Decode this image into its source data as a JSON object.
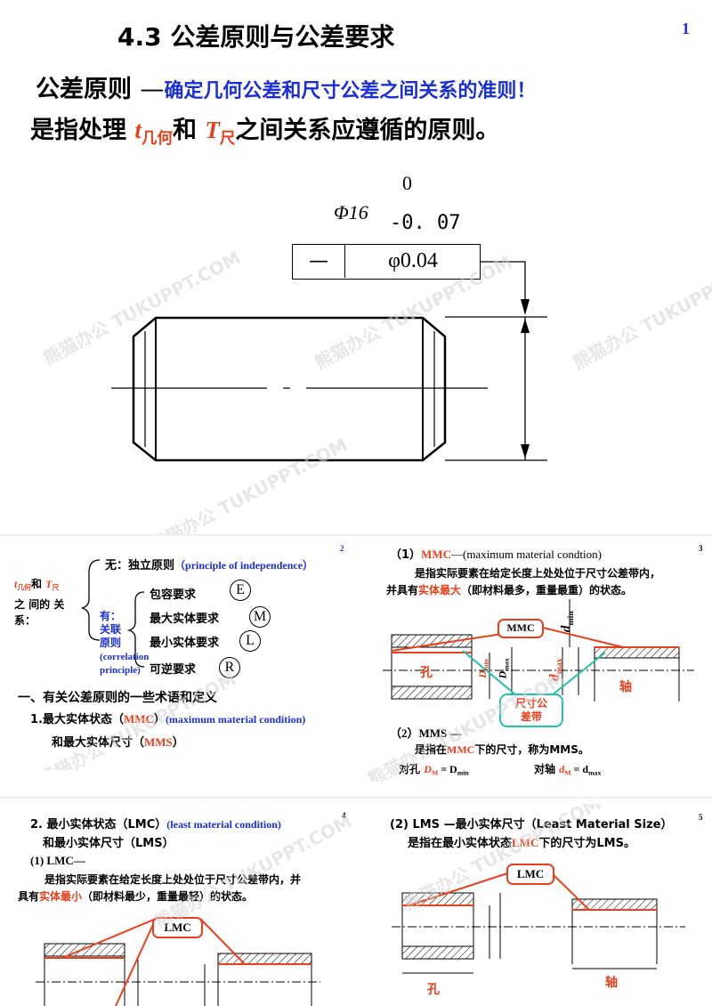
{
  "slide1": {
    "title": "4.3 公差原则与公差要求",
    "page": "1",
    "heading_label": "公差原则",
    "heading_dash": "—",
    "heading_def": "确定几何公差和尺寸公差之间关系的准则！",
    "line2_prefix": "是指处理 ",
    "t_sym": "t",
    "t_sub": "几何",
    "and": "和 ",
    "T_sym": "T",
    "T_sub": "尺",
    "line2_suffix": "之间关系应遵循的原则。",
    "dim_upper": "0",
    "dim_nominal": "Φ16",
    "dim_lower": "-0. 07",
    "fcf_symbol": "—",
    "fcf_value": "φ0.04"
  },
  "slide2": {
    "page": "2",
    "t_sym": "t",
    "t_sub": "几何",
    "and": "和",
    "T_sym": "T",
    "T_sub": "尺",
    "rel1": "之 间的 关",
    "rel2": "系：",
    "independent": "无：独立原则",
    "independent_en": "（principle of independence）",
    "have": "有：",
    "assoc1": "关联",
    "assoc2": "原则",
    "assoc_en1": "(correlation",
    "assoc_en2": "principle)",
    "req1": "包容要求",
    "req1_sym": "E",
    "req2": "最大实体要求",
    "req2_sym": "M",
    "req3": "最小实体要求",
    "req3_sym": "L",
    "req4": "可逆要求",
    "req4_sym": "R",
    "section": "一、有关公差原则的一些术语和定义",
    "item1_a": "1.最大实体状态（",
    "item1_mmc": "MMC",
    "item1_b": "）",
    "item1_en": "(maximum material condition)",
    "item1_c": "和最大实体尺寸（",
    "item1_mms": "MMS",
    "item1_d": "）"
  },
  "slide3": {
    "page": "3",
    "t1_num": "（1）",
    "t1_mmc": "MMC",
    "t1_en": "—(maximum material condtion)",
    "def1": "是指实际要素在给定长度上处处位于尺寸公差带内，",
    "def2_a": "并具有",
    "def2_red": "实体最大",
    "def2_b": "（即材料最多，重量最重）的状态。",
    "label_mmc": "MMC",
    "label_hole": "孔",
    "label_shaft": "轴",
    "label_zone1": "尺寸公",
    "label_zone2": "差带",
    "lbl_D": "D",
    "lbl_d": "d",
    "lbl_min": "min",
    "lbl_max": "max",
    "t2": "（2）MMS —",
    "t2_def_a": "是指在",
    "t2_def_mmc": "MMC",
    "t2_def_b": "下的尺寸，称为MMS。",
    "hole_a": "对孔  ",
    "hole_DM": "D",
    "hole_M": "M",
    "hole_eq": " =  D",
    "hole_min": "min",
    "shaft_a": "对轴  ",
    "shaft_dM": "d",
    "shaft_M": "M",
    "shaft_eq": " = d",
    "shaft_max": "max"
  },
  "slide4": {
    "page": "4",
    "t1_a": "2. 最小实体状态（LMC）",
    "t1_en": "(least material condition)",
    "t2": "和最小实体尺寸（LMS）",
    "t3": "(1) LMC—",
    "def1": "是指实际要素在给定长度上处处位于尺寸公差带内，并",
    "def2_a": "具有",
    "def2_red": "实体最小",
    "def2_b": "（即材料最少，重量最轻）的状态。",
    "label_lmc": "LMC"
  },
  "slide5": {
    "page": "5",
    "t1": "(2)  LMS —最小实体尺寸（Least Material Size）",
    "t2_a": "是指在最小实体状态",
    "t2_red": "LMC",
    "t2_b": "下的尺寸为LMS。",
    "label_lmc": "LMC",
    "label_hole": "孔",
    "label_shaft": "轴"
  },
  "watermark": "熊猫办公 TUKUPPT.COM"
}
